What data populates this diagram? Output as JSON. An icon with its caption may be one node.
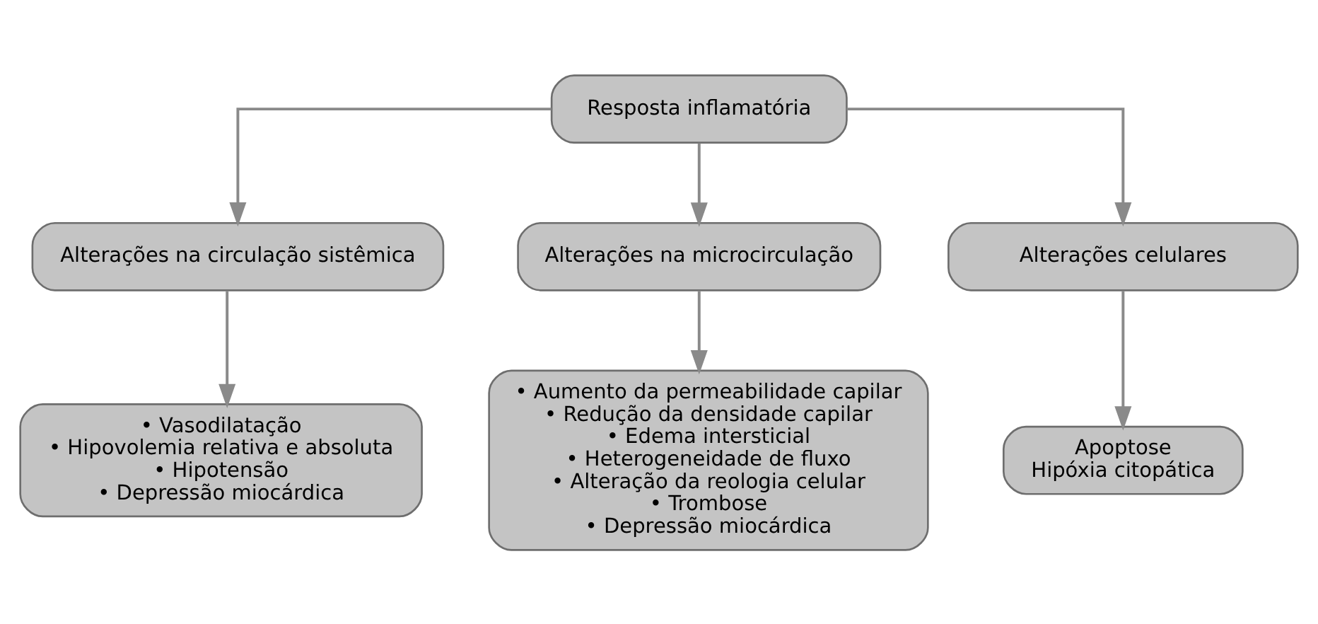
{
  "diagram": {
    "nodes": [
      {
        "text": [
          "Resposta inflamatória"
        ]
      },
      {
        "text": [
          "Alterações na circulação sistêmica"
        ]
      },
      {
        "text": [
          "Alterações na microcirculação"
        ]
      },
      {
        "text": [
          "Alterações celulares"
        ]
      },
      {
        "text": [
          "• Vasodilatação",
          "• Hipovolemia relativa e absoluta",
          "• Hipotensão",
          "• Depressão miocárdica"
        ]
      },
      {
        "text": [
          "• Aumento da permeabilidade capilar",
          "• Redução da densidade capilar",
          "• Edema intersticial",
          "• Heterogeneidade de fluxo",
          "• Alteração da reologia celular",
          "• Trombose",
          "• Depressão miocárdica"
        ]
      },
      {
        "text": [
          "Apoptose",
          "Hipóxia citopática"
        ]
      }
    ],
    "edges": [
      {
        "from": 0,
        "to": 1,
        "arrow": "to"
      },
      {
        "from": 0,
        "to": 2,
        "arrow": "to"
      },
      {
        "from": 0,
        "to": 3,
        "arrow": "to"
      },
      {
        "from": 1,
        "to": 4,
        "arrow": "to"
      },
      {
        "from": 2,
        "to": 5,
        "arrow": "to"
      },
      {
        "from": 3,
        "to": 6,
        "arrow": "to"
      }
    ]
  }
}
